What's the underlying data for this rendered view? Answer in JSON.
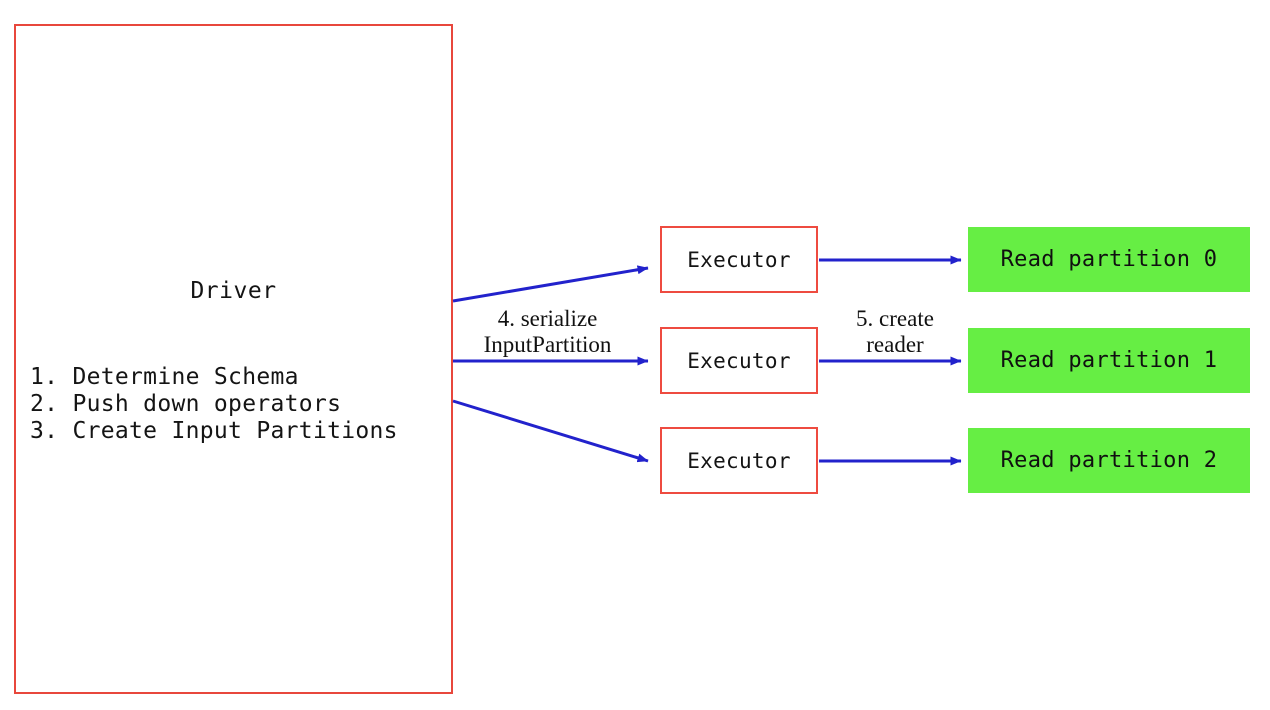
{
  "diagram": {
    "title_semantic": "spark-datasource-v2-read-flow",
    "colors": {
      "box_border_red": "#ee4b40",
      "partition_green": "#66ee44",
      "arrow_blue": "#2222cc",
      "text_black": "#141414",
      "background": "#ffffff"
    },
    "driver": {
      "label": "Driver",
      "steps": [
        "1. Determine Schema",
        "2. Push down operators",
        "3. Create Input Partitions"
      ],
      "steps_text": "1. Determine Schema\n2. Push down operators\n3. Create Input Partitions"
    },
    "executors": [
      {
        "label": "Executor"
      },
      {
        "label": "Executor"
      },
      {
        "label": "Executor"
      }
    ],
    "partitions": [
      {
        "label": "Read partition 0"
      },
      {
        "label": "Read partition 1"
      },
      {
        "label": "Read partition 2"
      }
    ],
    "arrow_labels": {
      "driver_to_executor": "4. serialize\nInputPartition",
      "driver_to_executor_line1": "4. serialize",
      "driver_to_executor_line2": "InputPartition",
      "executor_to_partition": "5. create\nreader",
      "executor_to_partition_line1": "5. create",
      "executor_to_partition_line2": "reader"
    }
  }
}
